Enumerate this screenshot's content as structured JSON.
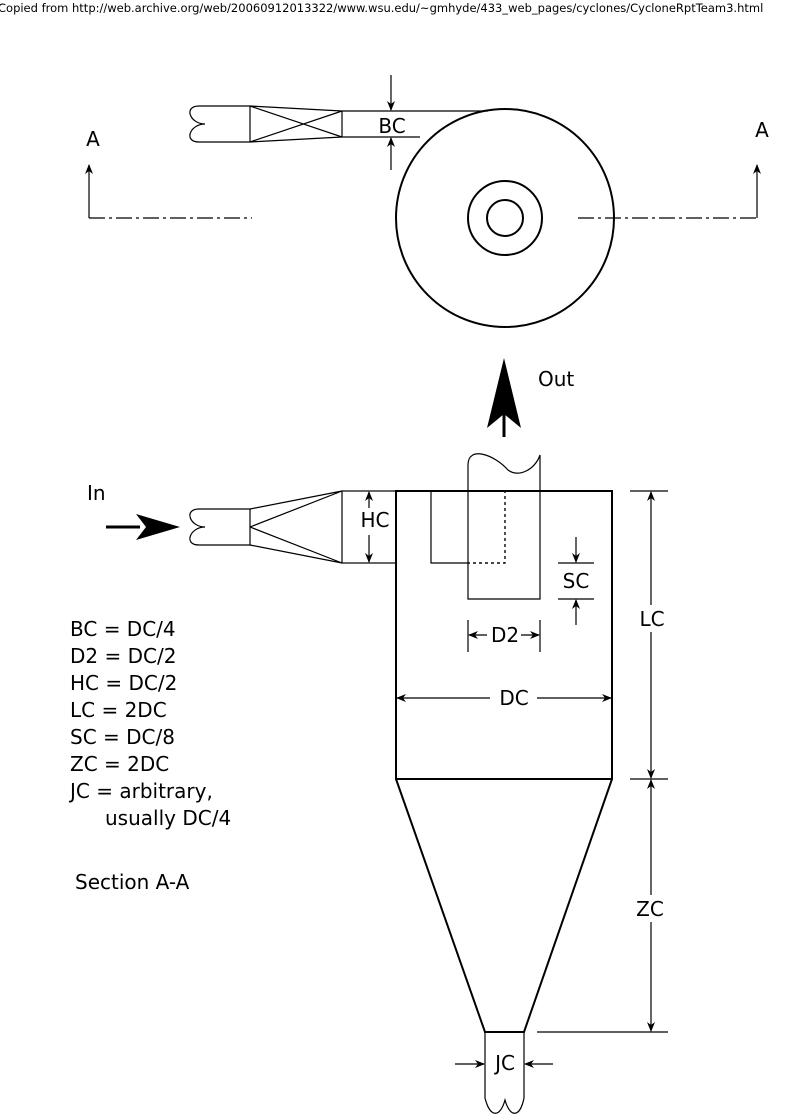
{
  "header": {
    "source_note": "Copied from http://web.archive.org/web/20060912013322/www.wsu.edu/~gmhyde/433_web_pages/cyclones/CycloneRptTeam3.html"
  },
  "top_view": {
    "section_mark_left": "A",
    "section_mark_right": "A",
    "dim_bc": "BC"
  },
  "flow": {
    "out_label": "Out",
    "in_label": "In"
  },
  "dimensions": {
    "hc": "HC",
    "sc": "SC",
    "d2": "D2",
    "dc": "DC",
    "lc": "LC",
    "zc": "ZC",
    "jc": "JC"
  },
  "notes": {
    "equations": [
      "BC = DC/4",
      "D2 = DC/2",
      "HC = DC/2",
      "LC = 2DC",
      "SC = DC/8",
      "ZC = 2DC",
      "JC = arbitrary,",
      "usually DC/4"
    ],
    "section_label": "Section A-A"
  }
}
